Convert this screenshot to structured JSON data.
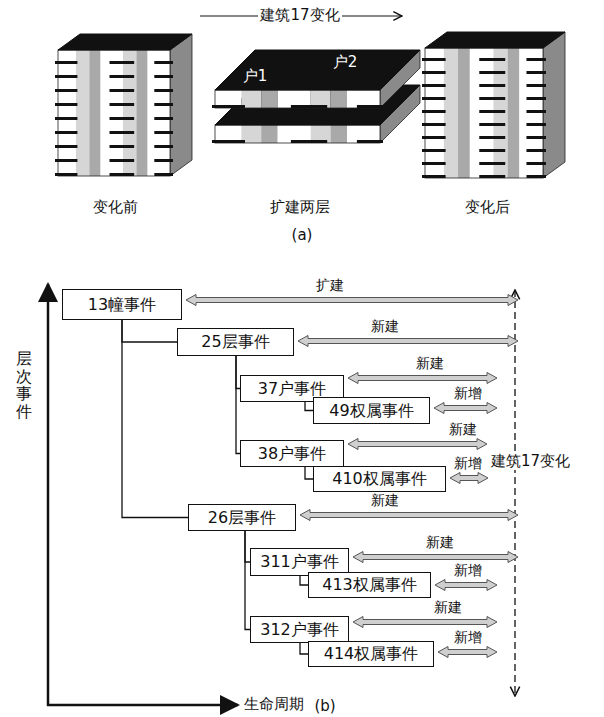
{
  "diagram": {
    "nodes": [
      {
        "text": [
          "13幢事件"
        ]
      },
      {
        "text": [
          "25层事件"
        ]
      },
      {
        "text": [
          "37户事件"
        ]
      },
      {
        "text": [
          "49权属事件"
        ]
      },
      {
        "text": [
          "38户事件"
        ]
      },
      {
        "text": [
          "410权属事件"
        ]
      },
      {
        "text": [
          "26层事件"
        ]
      },
      {
        "text": [
          "311户事件"
        ]
      },
      {
        "text": [
          "413权属事件"
        ]
      },
      {
        "text": [
          "312户事件"
        ]
      },
      {
        "text": [
          "414权属事件"
        ]
      }
    ],
    "edges": [
      {
        "from": 0,
        "to": 1,
        "arrow": "none"
      },
      {
        "from": 1,
        "to": 2,
        "arrow": "none"
      },
      {
        "from": 2,
        "to": 3,
        "arrow": "none"
      },
      {
        "from": 1,
        "to": 4,
        "arrow": "none"
      },
      {
        "from": 4,
        "to": 5,
        "arrow": "none"
      },
      {
        "from": 0,
        "to": 6,
        "arrow": "none"
      },
      {
        "from": 6,
        "to": 7,
        "arrow": "none"
      },
      {
        "from": 7,
        "to": 8,
        "arrow": "none"
      },
      {
        "from": 6,
        "to": 9,
        "arrow": "none"
      },
      {
        "from": 9,
        "to": 10,
        "arrow": "none"
      }
    ],
    "labels": [
      "建筑17变化",
      "户1",
      "户2",
      "变化前",
      "扩建两层",
      "变化后",
      "(a)",
      "扩建",
      "新建",
      "新建",
      "新增",
      "新建",
      "新增",
      "新建",
      "新建",
      "新增",
      "新建",
      "新增",
      "建筑17变化",
      "层次事件",
      "生命周期",
      "(b)"
    ]
  }
}
